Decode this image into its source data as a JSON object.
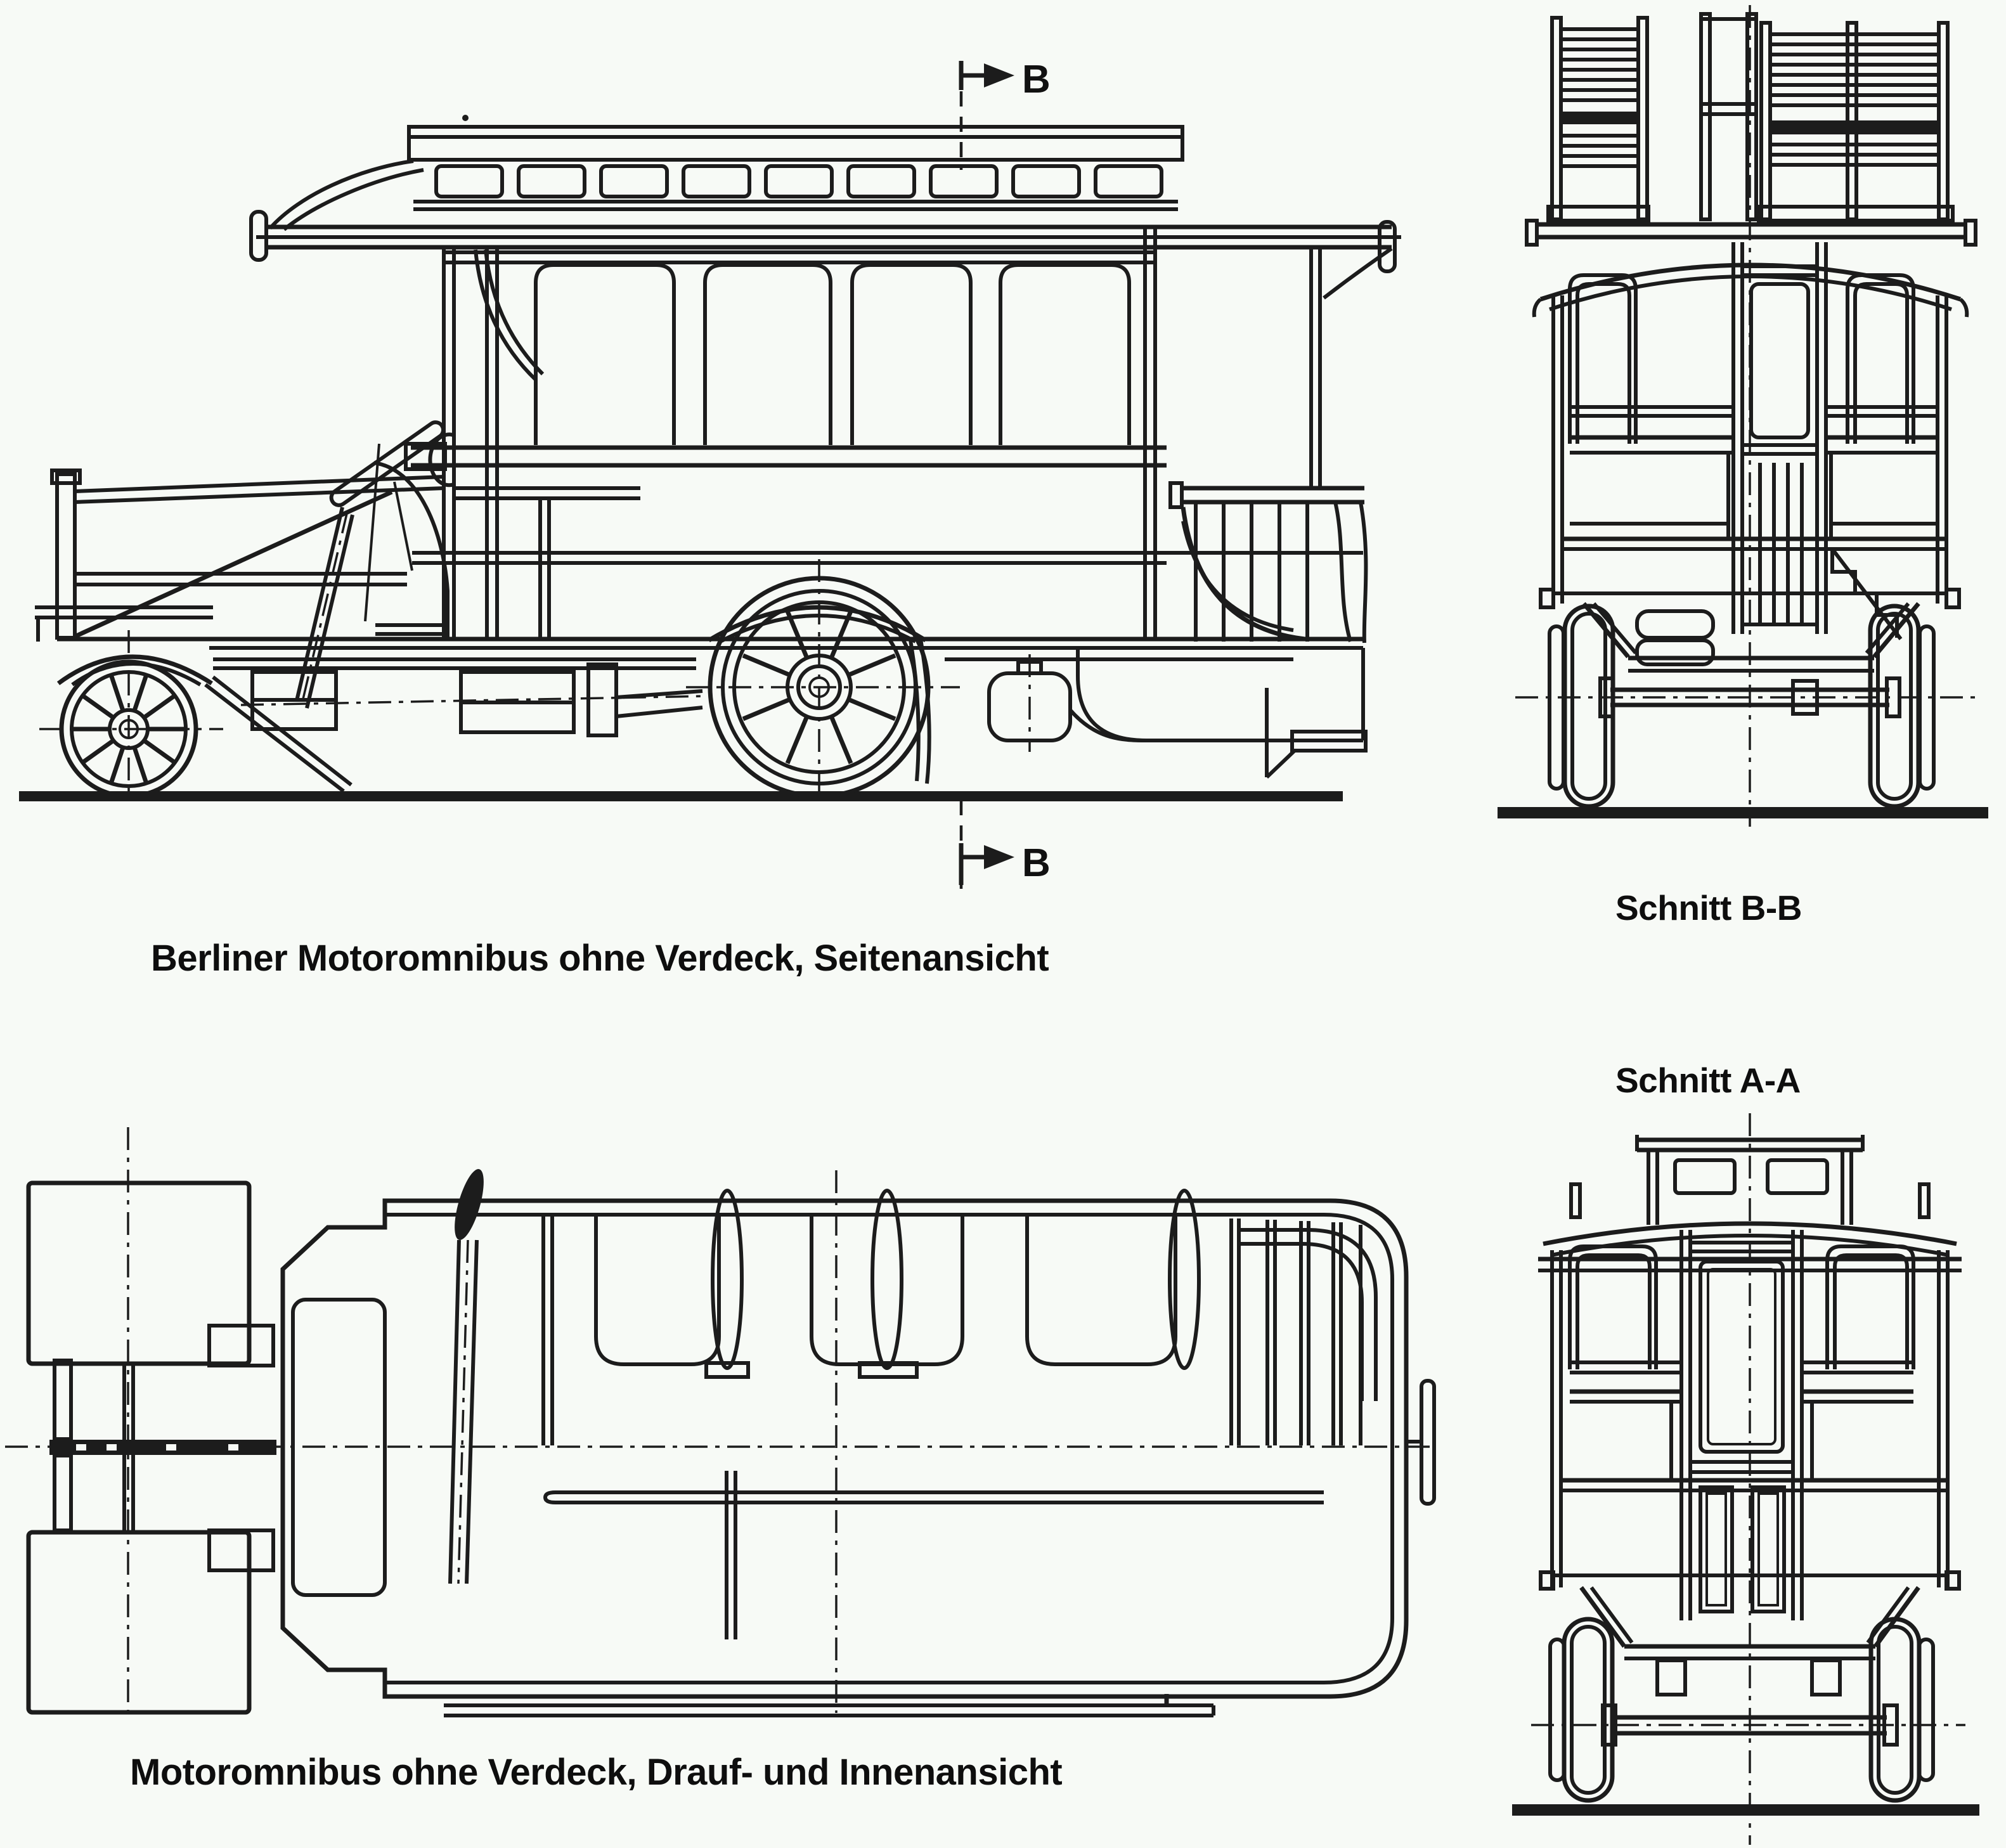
{
  "page": {
    "background_color": "#f7faf6",
    "ink_color": "#1c1c1c"
  },
  "figures": {
    "side_view": {
      "caption": "Berliner Motoromnibus ohne Verdeck, Seitenansicht",
      "section_marker_top": "B",
      "section_marker_bottom": "B"
    },
    "section_bb": {
      "caption": "Schnitt B-B"
    },
    "section_aa": {
      "caption": "Schnitt A-A"
    },
    "top_view": {
      "caption": "Motoromnibus ohne Verdeck, Drauf- und Innenansicht"
    }
  }
}
